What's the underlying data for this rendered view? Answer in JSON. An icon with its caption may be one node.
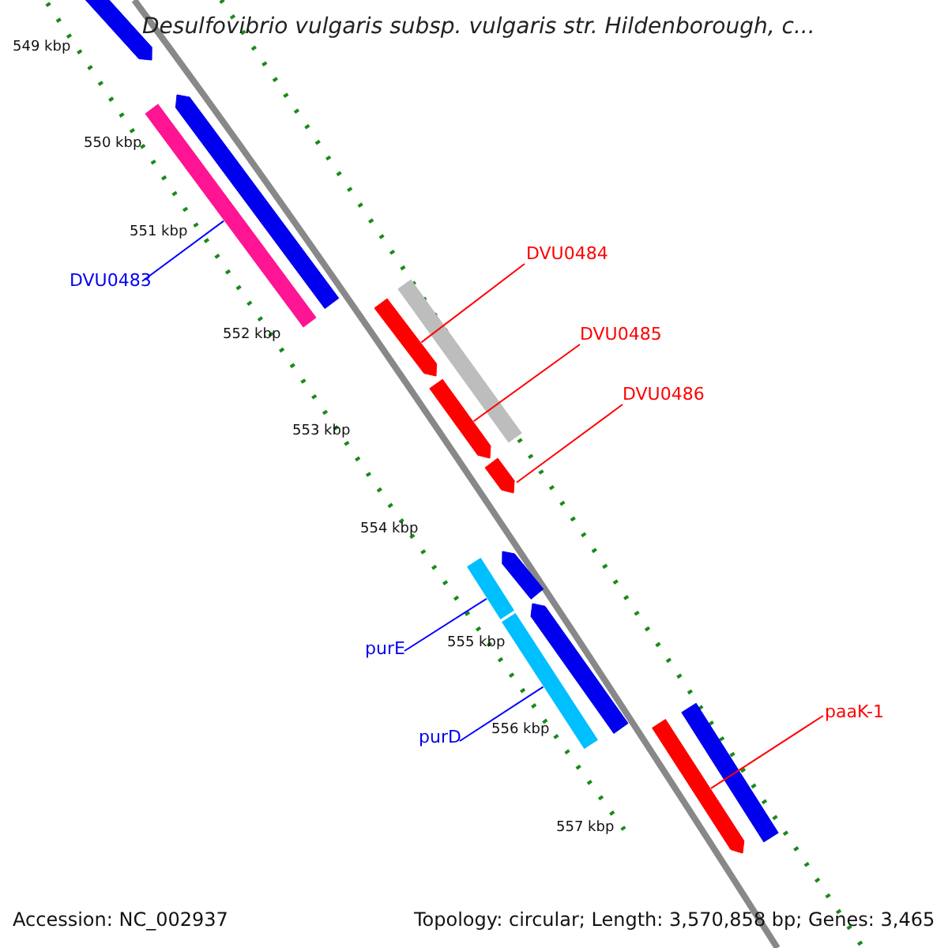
{
  "diagram": {
    "title": "Desulfovibrio vulgaris subsp. vulgaris str. Hildenborough, c...",
    "nodes": [
      {
        "text": [
          "DVU0483"
        ]
      },
      {
        "text": [
          "DVU0484"
        ]
      },
      {
        "text": [
          "DVU0485"
        ]
      },
      {
        "text": [
          "DVU0486"
        ]
      },
      {
        "text": [
          "purE"
        ]
      },
      {
        "text": [
          "purD"
        ]
      },
      {
        "text": [
          "paaK-1"
        ]
      },
      {
        "text": [],
        "shape": "bar"
      },
      {
        "text": [],
        "shape": "bar"
      },
      {
        "text": [],
        "shape": "bar"
      },
      {
        "text": [],
        "shape": "bar"
      },
      {
        "text": [],
        "shape": "bar"
      },
      {
        "text": [],
        "shape": "bar"
      },
      {
        "text": [],
        "shape": "bar"
      },
      {
        "text": [],
        "shape": "bar"
      },
      {
        "text": [],
        "shape": "bar"
      },
      {
        "text": [],
        "shape": "bar"
      },
      {
        "text": [],
        "shape": "bar"
      },
      {
        "text": [],
        "shape": "bar"
      },
      {
        "text": [],
        "shape": "bar"
      }
    ],
    "edges": [
      {
        "from": 0,
        "to": 8,
        "arrow": "none",
        "color": "#0000ff"
      },
      {
        "from": 1,
        "to": 10,
        "arrow": "none"
      },
      {
        "from": 2,
        "to": 12,
        "arrow": "none"
      },
      {
        "from": 3,
        "to": 13,
        "arrow": "none"
      },
      {
        "from": 4,
        "to": 15,
        "arrow": "none",
        "color": "#0000ff"
      },
      {
        "from": 5,
        "to": 16,
        "arrow": "none",
        "color": "#0000ff"
      },
      {
        "from": 6,
        "to": 18,
        "arrow": "none"
      }
    ],
    "labels": [
      "549 kbp",
      "550 kbp",
      "551 kbp",
      "552 kbp",
      "553 kbp",
      "554 kbp",
      "555 kbp",
      "556 kbp",
      "557 kbp",
      "Accession: NC_002937",
      "Topology: circular; Length: 3,570,858 bp; Genes: 3,465"
    ]
  }
}
